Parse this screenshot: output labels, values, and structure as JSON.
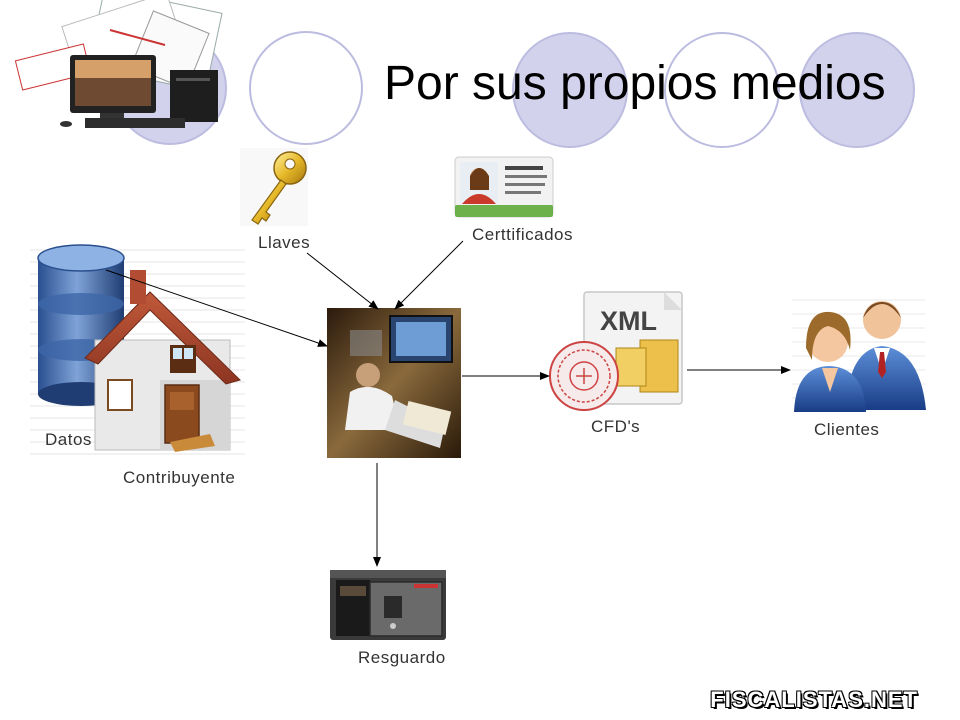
{
  "slide": {
    "title": "Por sus propios medios",
    "brand": "FISCALISTAS.NET"
  },
  "nodes": {
    "llaves": "Llaves",
    "certificados": "Certtificados",
    "datos": "Datos",
    "contribuyente": "Contribuyente",
    "cfds": "CFD's",
    "clientes": "Clientes",
    "resguardo": "Resguardo",
    "xml_badge": "XML"
  },
  "colors": {
    "circle_fill": "#d3d2ec",
    "circle_stroke": "#bcbce0",
    "arrow": "#000000"
  },
  "icons": [
    "computer-documents-icon",
    "key-icon",
    "certificate-card-icon",
    "database-icon",
    "house-icon",
    "office-worker-photo",
    "xml-document-icon",
    "seal-stamp-icon",
    "clients-people-icon",
    "safe-icon"
  ]
}
